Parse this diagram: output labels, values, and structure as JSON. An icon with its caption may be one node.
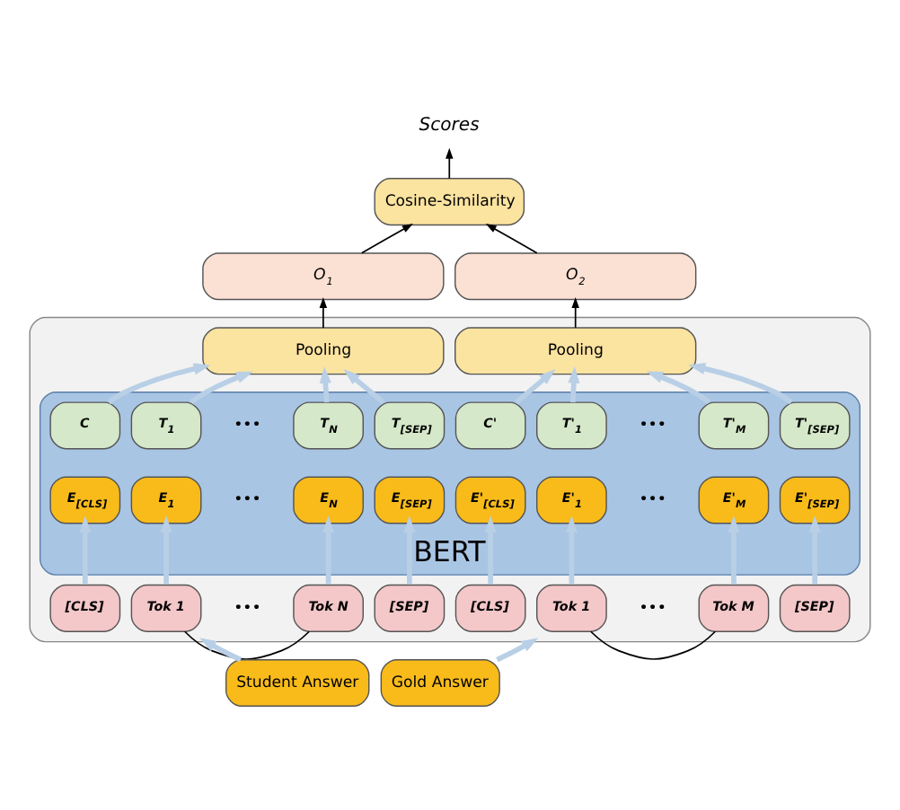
{
  "diagram": {
    "nodes": [
      {
        "text": [
          "Scores"
        ]
      },
      {
        "text": [
          "Cosine-Similarity"
        ]
      },
      {
        "text": [
          "O$_{1}$"
        ]
      },
      {
        "text": [
          "O$_{2}$"
        ]
      },
      {
        "text": [],
        "shape": "box"
      },
      {
        "text": [
          "Pooling"
        ],
        "in": 4
      },
      {
        "text": [
          "Pooling"
        ],
        "in": 4
      },
      {
        "text": [
          "BERT"
        ],
        "in": 4
      },
      {
        "text": [
          "C"
        ],
        "in": 7
      },
      {
        "text": [
          "T$_{1}$"
        ],
        "in": 7
      },
      {
        "text": [
          "T$_{N}$"
        ],
        "in": 7
      },
      {
        "text": [
          "T$_{[SEP]}$"
        ],
        "in": 7
      },
      {
        "text": [
          "C'"
        ],
        "in": 7
      },
      {
        "text": [
          "T'$_{1}$"
        ],
        "in": 7
      },
      {
        "text": [
          "T'$_{M}$"
        ],
        "in": 7
      },
      {
        "text": [
          "T'$_{[SEP]}$"
        ],
        "in": 7
      },
      {
        "text": [
          "E$_{[CLS]}$"
        ],
        "in": 7
      },
      {
        "text": [
          "E$_{1}$"
        ],
        "in": 7
      },
      {
        "text": [
          "E$_{N}$"
        ],
        "in": 7
      },
      {
        "text": [
          "E$_{[SEP]}$"
        ],
        "in": 7
      },
      {
        "text": [
          "E'$_{[CLS]}$"
        ],
        "in": 7
      },
      {
        "text": [
          "E'$_{1}$"
        ],
        "in": 7
      },
      {
        "text": [
          "E'$_{M}$"
        ],
        "in": 7
      },
      {
        "text": [
          "E'$_{[SEP]}$"
        ],
        "in": 7
      },
      {
        "text": [
          "[CLS]"
        ],
        "in": 4
      },
      {
        "text": [
          "Tok 1"
        ],
        "in": 4
      },
      {
        "text": [
          "Tok N"
        ],
        "in": 4
      },
      {
        "text": [
          "[SEP]"
        ],
        "in": 4
      },
      {
        "text": [
          "[CLS]"
        ],
        "in": 4
      },
      {
        "text": [
          "Tok 1"
        ],
        "in": 4
      },
      {
        "text": [
          "Tok M"
        ],
        "in": 4
      },
      {
        "text": [
          "[SEP]"
        ],
        "in": 4
      },
      {
        "text": [
          "Student Answer"
        ]
      },
      {
        "text": [
          "Gold Answer"
        ]
      }
    ],
    "edges": [
      {
        "from": 1,
        "to": 0,
        "arrow": "to",
        "color": "#000000"
      },
      {
        "from": 2,
        "to": 1,
        "arrow": "to",
        "color": "#000000"
      },
      {
        "from": 3,
        "to": 1,
        "arrow": "to",
        "color": "#000000"
      },
      {
        "from": 5,
        "to": 2,
        "arrow": "to",
        "color": "#000000"
      },
      {
        "from": 6,
        "to": 3,
        "arrow": "to",
        "color": "#000000"
      },
      {
        "from": 8,
        "to": 5,
        "arrow": "to"
      },
      {
        "from": 9,
        "to": 5,
        "arrow": "to"
      },
      {
        "from": 10,
        "to": 5,
        "arrow": "to"
      },
      {
        "from": 11,
        "to": 5,
        "arrow": "to"
      },
      {
        "from": 12,
        "to": 6,
        "arrow": "to"
      },
      {
        "from": 13,
        "to": 6,
        "arrow": "to"
      },
      {
        "from": 14,
        "to": 6,
        "arrow": "to"
      },
      {
        "from": 15,
        "to": 6,
        "arrow": "to"
      },
      {
        "from": 24,
        "to": 16,
        "arrow": "to"
      },
      {
        "from": 25,
        "to": 17,
        "arrow": "to"
      },
      {
        "from": 26,
        "to": 18,
        "arrow": "to"
      },
      {
        "from": 27,
        "to": 19,
        "arrow": "to"
      },
      {
        "from": 28,
        "to": 20,
        "arrow": "to"
      },
      {
        "from": 29,
        "to": 21,
        "arrow": "to"
      },
      {
        "from": 30,
        "to": 22,
        "arrow": "to"
      },
      {
        "from": 31,
        "to": 23,
        "arrow": "to"
      },
      {
        "from": 25,
        "to": 26,
        "arrow": "none",
        "color": "#000000"
      },
      {
        "from": 29,
        "to": 30,
        "arrow": "none",
        "color": "#000000"
      },
      {
        "from": 32,
        "to": 4,
        "arrow": "to"
      },
      {
        "from": 33,
        "to": 4,
        "arrow": "to"
      }
    ],
    "labels": [
      "•••",
      "•••",
      "•••",
      "•••",
      "•••",
      "•••"
    ]
  }
}
